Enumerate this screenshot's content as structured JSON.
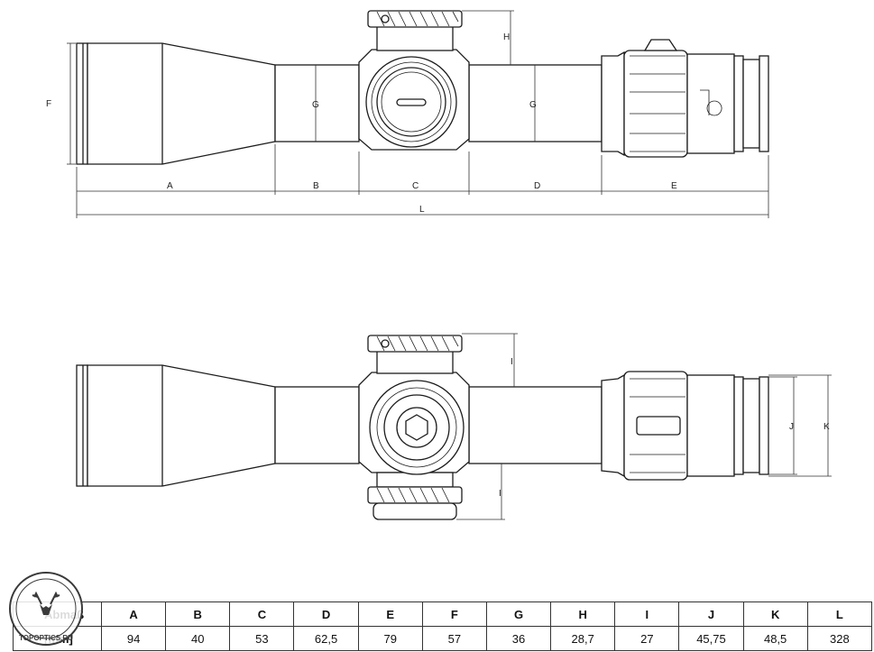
{
  "dimension_labels": {
    "A": "A",
    "B": "B",
    "C": "C",
    "D": "D",
    "E": "E",
    "F": "F",
    "G": "G",
    "H": "H",
    "I": "I",
    "J": "J",
    "K": "K",
    "L": "L"
  },
  "table": {
    "row_header": "Abmaß",
    "unit_label": "[mm]",
    "columns": [
      "A",
      "B",
      "C",
      "D",
      "E",
      "F",
      "G",
      "H",
      "I",
      "J",
      "K",
      "L"
    ],
    "values": [
      "94",
      "40",
      "53",
      "62,5",
      "79",
      "57",
      "36",
      "28,7",
      "27",
      "45,75",
      "48,5",
      "328"
    ]
  },
  "watermark": {
    "text": "TOPOPTICS.RU"
  },
  "colors": {
    "line": "#1c1c1c",
    "background": "#ffffff"
  }
}
